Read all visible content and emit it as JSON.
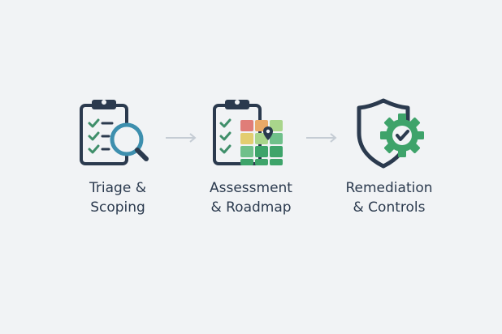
{
  "steps": [
    {
      "line1": "Triage &",
      "line2": "Scoping",
      "icon": "clipboard-search-icon"
    },
    {
      "line1": "Assessment",
      "line2": "& Roadmap",
      "icon": "clipboard-heatmap-icon"
    },
    {
      "line1": "Remediation",
      "line2": "& Controls",
      "icon": "shield-gear-check-icon"
    }
  ],
  "colors": {
    "ink": "#2b3a4e",
    "check": "#3f8f6a",
    "search_blue": "#3d8fae",
    "heat_red": "#e07d78",
    "heat_orange": "#e9a968",
    "heat_yellow": "#e3cd70",
    "heat_light_green": "#a9d58b",
    "heat_green": "#6fc08a",
    "heat_dark_green": "#3ea46a",
    "gear_green": "#3ea36a",
    "arrow": "#c5ccd4",
    "background": "#f1f3f5"
  }
}
